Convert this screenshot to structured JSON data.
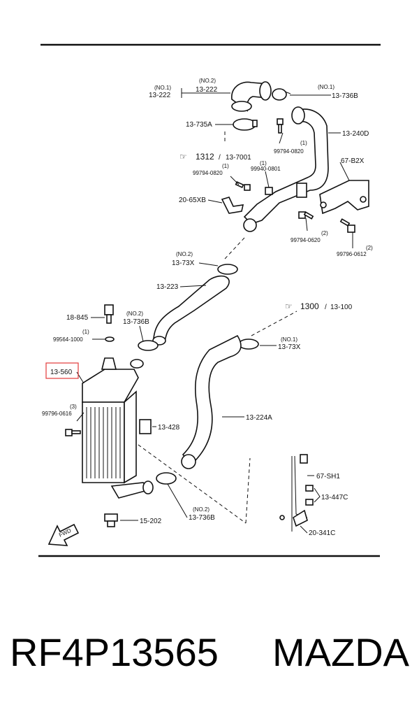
{
  "callouts": {
    "c13222": "13-222",
    "c13222b": "13-222",
    "no1a": "(NO.1)",
    "no2a": "(NO.2)",
    "c13736B_top": "13-736B",
    "no1b": "(NO.1)",
    "c13735A": "13-735A",
    "c13240D": "13-240D",
    "c99794_0820a": "99794-0820",
    "q1a": "(1)",
    "ref1312": "1312",
    "c13_7001": "13-7001",
    "c99794_0820b": "99794-0820",
    "q1b": "(1)",
    "c99940_0801": "99940-0801",
    "q1c": "(1)",
    "c67_B2X": "67-B2X",
    "c20_65XB": "20-65XB",
    "c99794_0620": "99794-0620",
    "q2a": "(2)",
    "c99796_0612": "99796-0612",
    "q2b": "(2)",
    "no2c": "(NO.2)",
    "c13_73X_a": "13-73X",
    "c13_223": "13-223",
    "ref1300": "1300",
    "c13_100": "13-100",
    "c18_845": "18-845",
    "no2d": "(NO.2)",
    "c13736B_mid": "13-736B",
    "q1d": "(1)",
    "c99564_1000": "99564-1000",
    "no1e": "(NO.1)",
    "c13_73X_b": "13-73X",
    "c13_560": "13-560",
    "q3": "(3)",
    "c99796_0616": "99796-0616",
    "c13_428": "13-428",
    "c13_224A": "13-224A",
    "c67_SH1": "67-SH1",
    "c13_447C": "13-447C",
    "c15_202": "15-202",
    "no2f": "(NO.2)",
    "c13736B_bot": "13-736B",
    "c20_341C": "20-341C",
    "fwd": "FWD"
  },
  "caption": {
    "part_number": "RF4P13565",
    "brand": "MAZDA"
  },
  "colors": {
    "highlight": "#e23a3a",
    "ink": "#111111"
  }
}
